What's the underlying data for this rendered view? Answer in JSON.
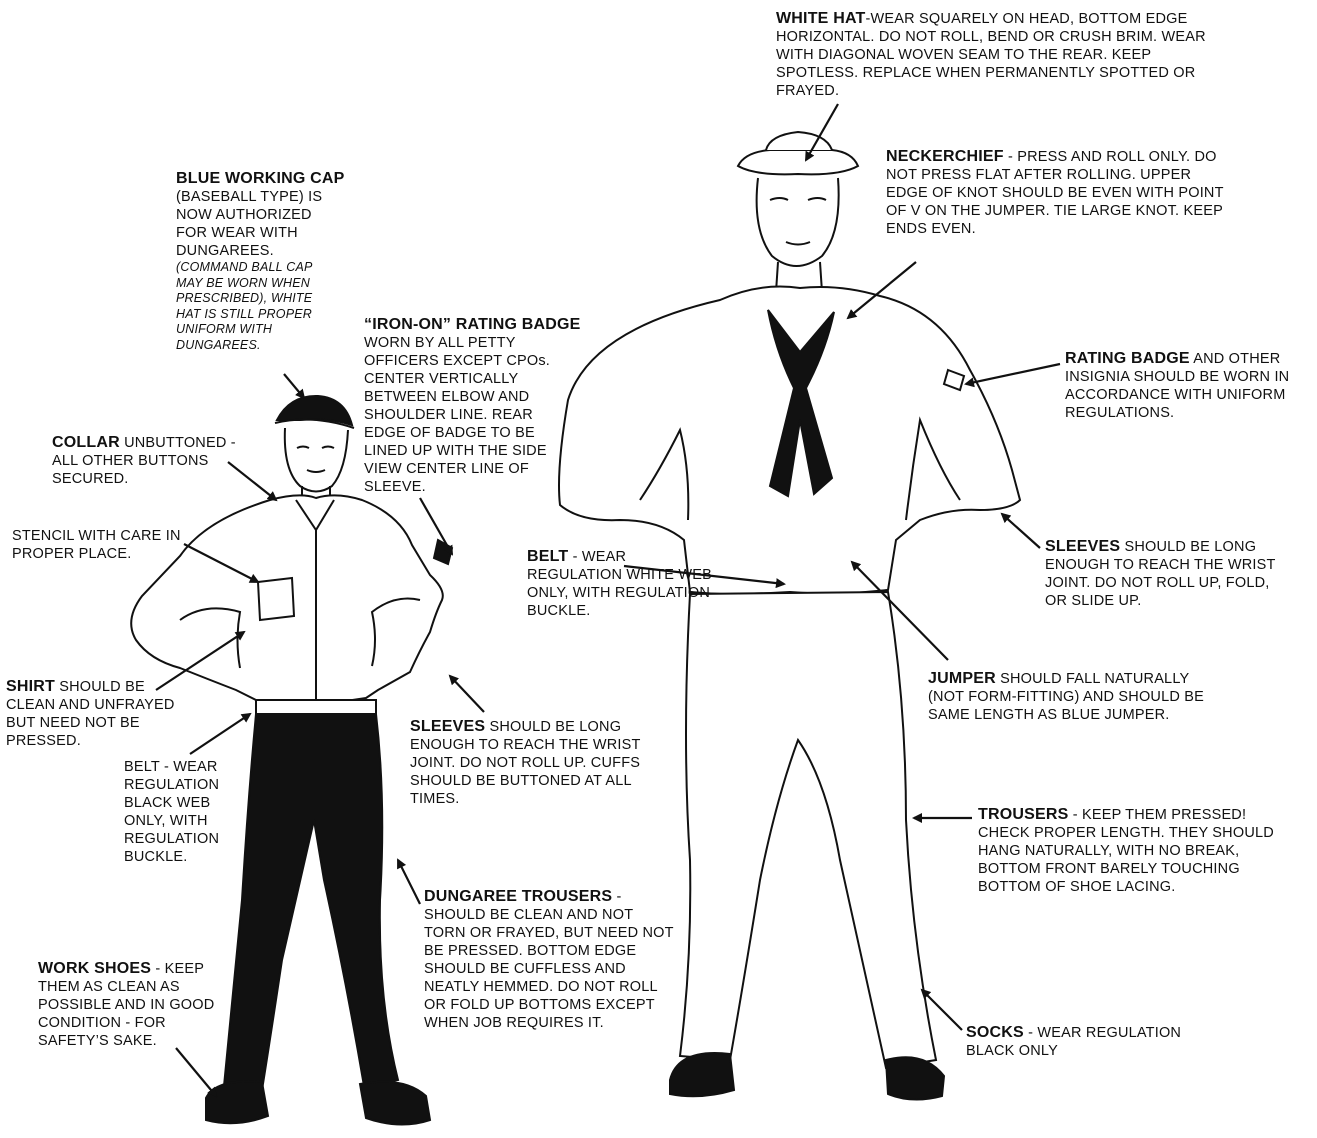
{
  "callouts": {
    "white_hat": {
      "title": "WHITE HAT",
      "text": "-WEAR SQUARELY ON HEAD, BOTTOM EDGE HORIZONTAL. DO NOT ROLL, BEND OR CRUSH BRIM. WEAR WITH DIAGONAL WOVEN SEAM TO THE REAR. KEEP SPOTLESS. REPLACE WHEN PERMANENTLY SPOTTED OR FRAYED."
    },
    "neckerchief": {
      "title": "NECKERCHIEF",
      "text": " - PRESS AND ROLL ONLY. DO NOT PRESS FLAT AFTER ROLLING. UPPER EDGE OF KNOT SHOULD BE EVEN WITH POINT OF V ON THE JUMPER. TIE LARGE KNOT. KEEP ENDS EVEN."
    },
    "blue_cap": {
      "title": "BLUE WORKING CAP",
      "text": "(BASEBALL TYPE) IS NOW AUTHORIZED FOR WEAR WITH DUNGAREES.",
      "italic": "(COMMAND BALL CAP MAY BE WORN WHEN PRESCRIBED), WHITE HAT IS STILL PROPER UNIFORM WITH DUNGAREES."
    },
    "iron_on": {
      "title": "“IRON-ON” RATING BADGE",
      "text": "WORN BY ALL PETTY OFFICERS EXCEPT CPOs. CENTER VERTICALLY BETWEEN ELBOW AND SHOULDER LINE. REAR EDGE OF BADGE TO BE LINED UP WITH THE SIDE VIEW CENTER LINE OF SLEEVE."
    },
    "rating_badge": {
      "title": "RATING BADGE",
      "text": " AND OTHER INSIGNIA SHOULD BE WORN IN ACCORDANCE WITH UNIFORM REGULATIONS."
    },
    "collar": {
      "title": "COLLAR",
      "text": " UNBUTTONED - ALL OTHER BUTTONS SECURED."
    },
    "stencil": {
      "text": "STENCIL WITH CARE IN PROPER PLACE."
    },
    "belt_white": {
      "title": "BELT",
      "text": " - WEAR REGULATION WHITE WEB ONLY, WITH REGULATION BUCKLE."
    },
    "sleeves_jumper": {
      "title": "SLEEVES",
      "text": " SHOULD BE LONG ENOUGH TO REACH THE WRIST JOINT. DO NOT ROLL UP, FOLD, OR SLIDE UP."
    },
    "shirt": {
      "title": "SHIRT",
      "text": " SHOULD BE CLEAN AND UNFRAYED BUT NEED NOT BE PRESSED."
    },
    "jumper": {
      "title": "JUMPER",
      "text": " SHOULD FALL NATURALLY (NOT FORM-FITTING) AND SHOULD BE SAME LENGTH AS BLUE JUMPER."
    },
    "sleeves_shirt": {
      "title": "SLEEVES",
      "text": " SHOULD BE LONG ENOUGH TO REACH THE WRIST JOINT. DO NOT ROLL UP. CUFFS SHOULD BE BUTTONED AT ALL TIMES."
    },
    "belt_black": {
      "text": "BELT - WEAR REGULATION BLACK WEB ONLY, WITH REGULATION BUCKLE."
    },
    "trousers": {
      "title": "TROUSERS",
      "text": " - KEEP THEM PRESSED! CHECK PROPER LENGTH. THEY SHOULD HANG NATURALLY, WITH NO BREAK, BOTTOM FRONT BARELY TOUCHING BOTTOM OF SHOE LACING."
    },
    "dungaree": {
      "title": "DUNGAREE TROUSERS",
      "text": " - SHOULD BE CLEAN AND NOT TORN OR FRAYED, BUT NEED NOT BE PRESSED. BOTTOM EDGE SHOULD BE CUFFLESS AND NEATLY HEMMED. DO NOT ROLL OR FOLD UP BOTTOMS EXCEPT WHEN JOB REQUIRES IT."
    },
    "work_shoes": {
      "title": "WORK SHOES",
      "text": " - KEEP THEM AS CLEAN AS POSSIBLE AND IN GOOD CONDITION - FOR SAFETY’S SAKE."
    },
    "socks": {
      "title": "SOCKS",
      "text": " - WEAR REGULATION BLACK ONLY"
    }
  }
}
